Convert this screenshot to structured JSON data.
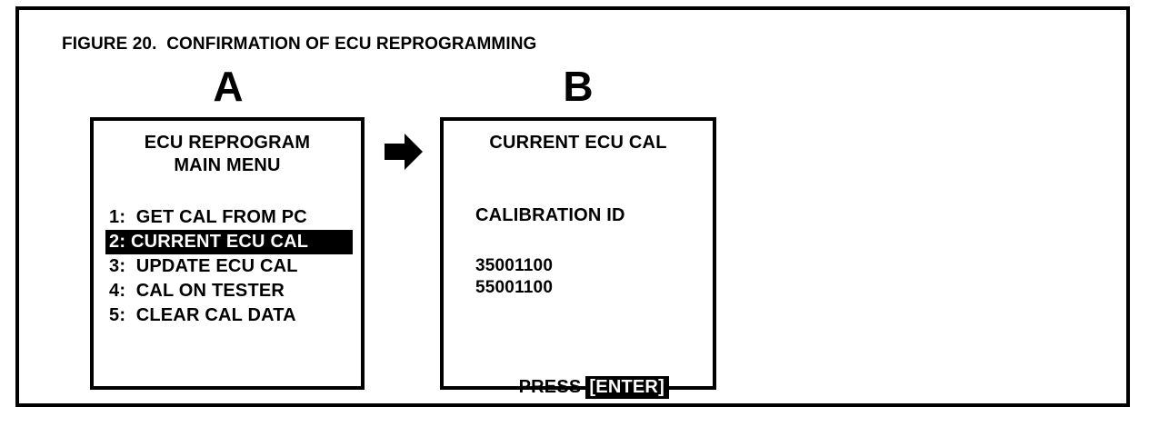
{
  "figure": {
    "title": "FIGURE 20.  CONFIRMATION OF ECU REPROGRAMMING"
  },
  "panels": [
    {
      "label": "A",
      "heading_line1": "ECU REPROGRAM",
      "heading_line2": "MAIN MENU",
      "menu_items": [
        {
          "text": "1:  GET CAL FROM PC",
          "selected": false
        },
        {
          "text": "2: CURRENT ECU CAL",
          "selected": true
        },
        {
          "text": "3:  UPDATE ECU CAL",
          "selected": false
        },
        {
          "text": "4:  CAL ON TESTER",
          "selected": false
        },
        {
          "text": "5:  CLEAR CAL DATA",
          "selected": false
        }
      ]
    },
    {
      "label": "B",
      "heading": "CURRENT ECU CAL",
      "cal_id_label": "CALIBRATION ID",
      "cal_ids": [
        "35001100",
        "55001100"
      ],
      "prompt_text": "PRESS",
      "prompt_key": "[ENTER]"
    }
  ],
  "flow": {
    "arrow_direction": "right"
  },
  "colors": {
    "ink": "#000000",
    "paper": "#ffffff",
    "highlight_background": "#000000",
    "highlight_text": "#ffffff"
  }
}
